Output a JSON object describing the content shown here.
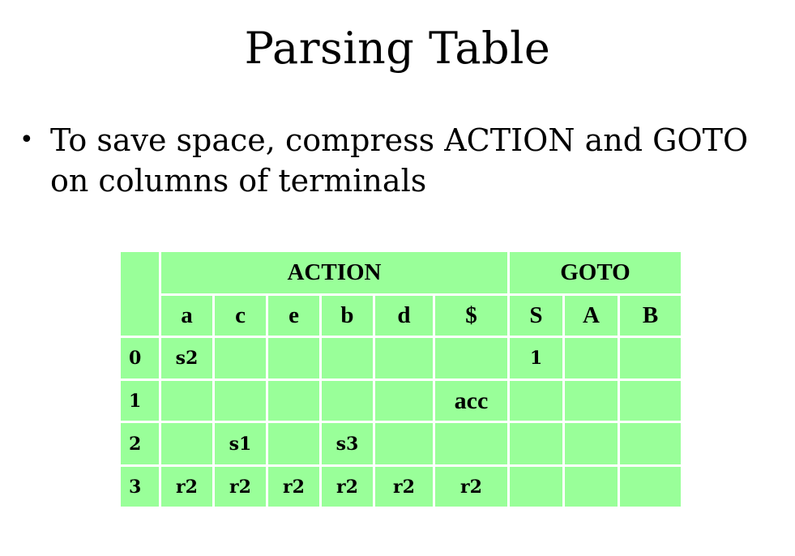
{
  "slide": {
    "title": "Parsing Table",
    "bullet": "To save space, compress ACTION and GOTO on columns of terminals",
    "bullet_symbol": "•"
  },
  "table": {
    "action_header": "ACTION",
    "goto_header": "GOTO",
    "action_columns": [
      "a",
      "c",
      "e",
      "b",
      "d",
      "$"
    ],
    "goto_columns": [
      "S",
      "A",
      "B"
    ],
    "rows": [
      {
        "state": "0",
        "action": [
          "s2",
          "",
          "",
          "",
          "",
          ""
        ],
        "goto": [
          "1",
          "",
          ""
        ]
      },
      {
        "state": "1",
        "action": [
          "",
          "",
          "",
          "",
          "",
          "acc"
        ],
        "goto": [
          "",
          "",
          ""
        ]
      },
      {
        "state": "2",
        "action": [
          "",
          "s1",
          "",
          "s3",
          "",
          ""
        ],
        "goto": [
          "",
          "",
          ""
        ]
      },
      {
        "state": "3",
        "action": [
          "r2",
          "r2",
          "r2",
          "r2",
          "r2",
          "r2"
        ],
        "goto": [
          "",
          "",
          ""
        ]
      }
    ],
    "cell_color": "#99ff99",
    "border_color": "#ffffff"
  }
}
